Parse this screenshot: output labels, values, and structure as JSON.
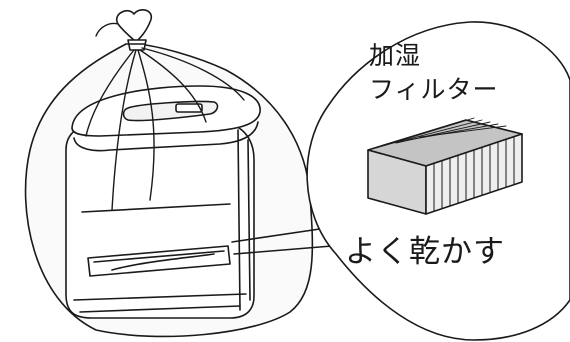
{
  "callout": {
    "title_line1": "加湿",
    "title_line2": "フィルター",
    "instruction": "よく乾かす"
  },
  "illustration": {
    "main_object": "humidifier-in-plastic-bag-icon",
    "detail_object": "humidifier-filter-icon"
  },
  "colors": {
    "line": "#1a1a1a",
    "fill": "#ffffff",
    "bag_fill": "#fafafa",
    "filter_side": "#d6d6d6",
    "filter_top": "#c4c4c4"
  }
}
